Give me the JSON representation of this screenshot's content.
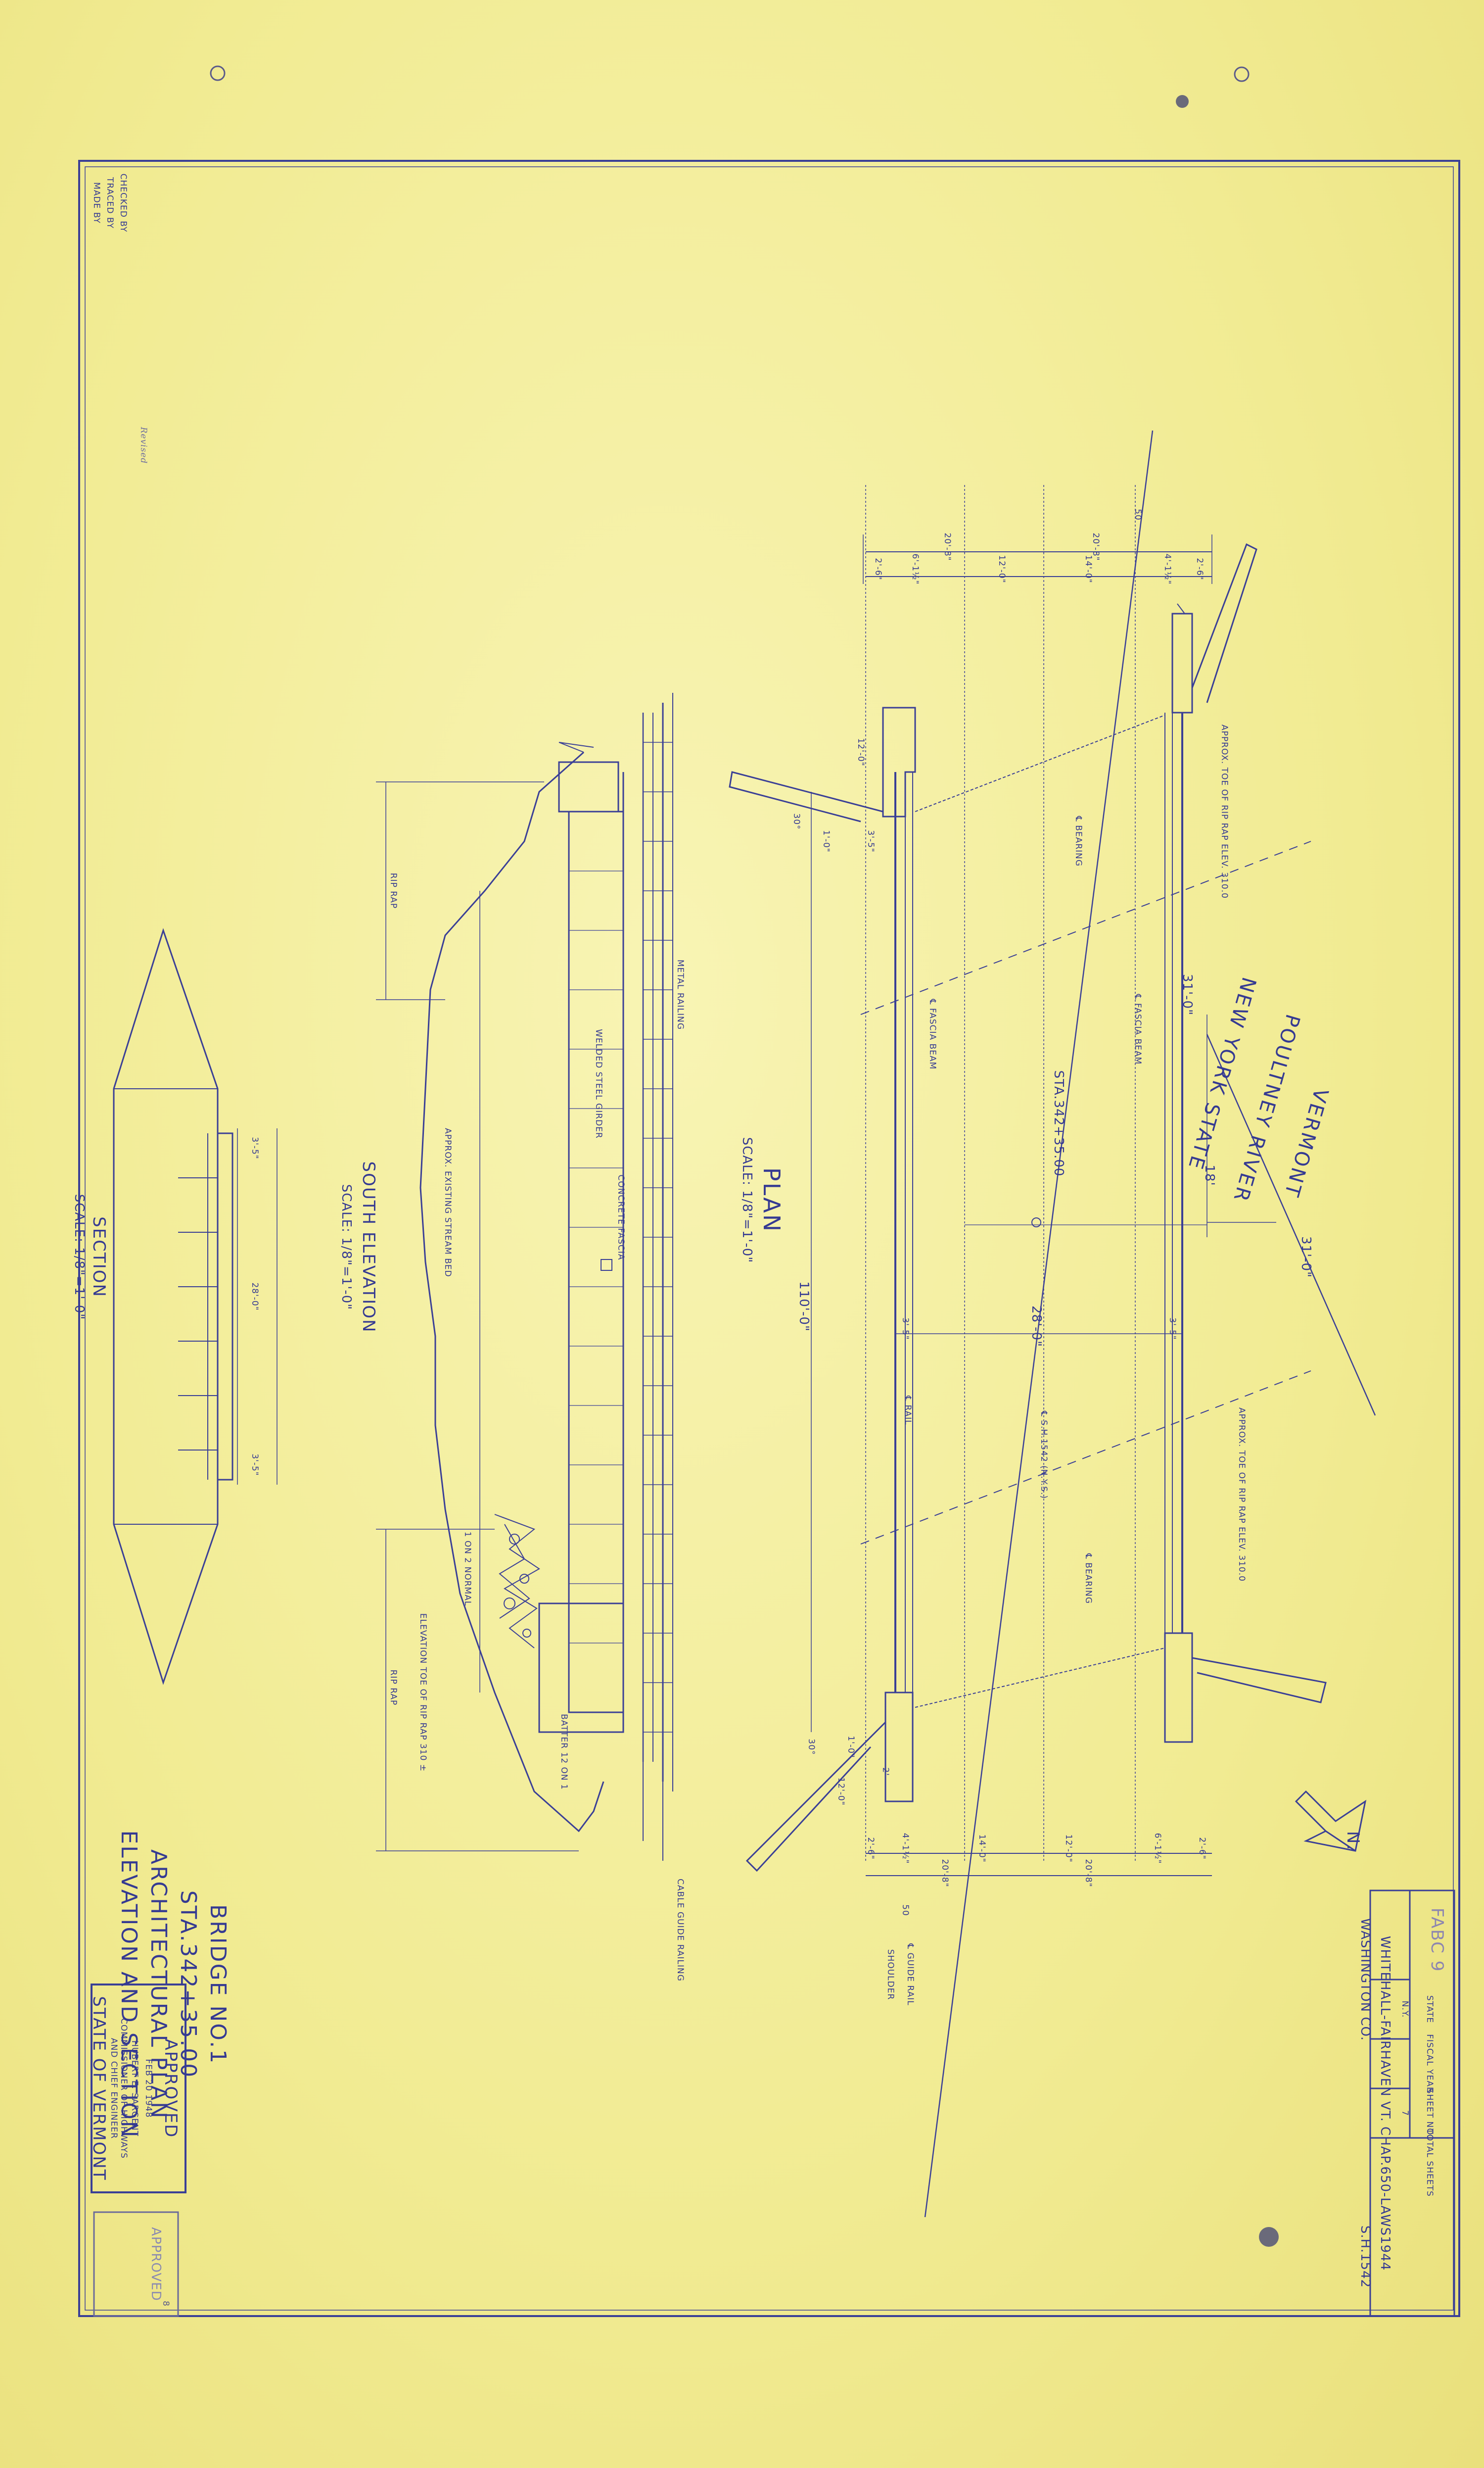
{
  "made_by": {
    "made": "MADE BY",
    "traced": "TRACED BY",
    "checked": "CHECKED BY"
  },
  "pencil_note": "Revised",
  "plan": {
    "title": "PLAN",
    "scale": "SCALE: 1/8\"=1'-0\"",
    "dims_top": [
      "20'-8\"",
      "20'-8\""
    ],
    "dims_top_detail": [
      "2'-6\"",
      "6'-1½\"",
      "12'-0\"",
      "14'-0\"",
      "4'-1½\"",
      "2'-6\""
    ],
    "dims_bottom": [
      "20'-8\"",
      "20'-8\""
    ],
    "dims_bottom_detail": [
      "2'-6\"",
      "4'-1½\"",
      "14'-0\"",
      "12'-0\"",
      "6'-1½\"",
      "2'-6\""
    ],
    "dim_50_top": "50",
    "dim_50_bottom": "50",
    "dim_12_top": "12'-0\"",
    "dim_12_bottom": "12'-0\"",
    "angle_30_top": "30°",
    "angle_30_bottom": "30°",
    "dim_1_top": "1'-0\"",
    "dim_1_bottom": "1'-0\"",
    "dim_3_5_top": "3'-5\"",
    "dim_2_bottom": "2'",
    "span": "110'-0\"",
    "roadway": "28'-0\"",
    "curb_left": "3'-5\"",
    "curb_right": "3'-5\"",
    "skew_31_top": "31'-0\"",
    "skew_31_bottom": "31'-0\"",
    "skew_18": "18'",
    "station": "STA.342+35.00",
    "bearing_top": "℄ BEARING",
    "bearing_bottom": "℄ BEARING",
    "fascia_beam_left": "℄ FASCIA BEAM",
    "fascia_beam_right": "℄ FASCIA BEAM",
    "rail": "℄ RAIL",
    "highway": "℄ S.H.1542 (N.Y.S.)",
    "riprap_top": "APPROX. TOE OF RIP RAP ELEV. 310.0",
    "riprap_bottom": "APPROX. TOE OF RIP RAP ELEV. 310.0",
    "guide_rail": "℄ GUIDE RAIL",
    "shoulder": "SHOULDER",
    "north": "N.",
    "vermont": "VERMONT",
    "poultney": "POULTNEY RIVER",
    "nys": "NEW YORK STATE"
  },
  "elevation": {
    "title": "SOUTH ELEVATION",
    "scale": "SCALE: 1/8\"=1'-0\"",
    "metal_railing": "METAL RAILING",
    "welded_girder": "WELDED STEEL GIRDER",
    "concrete_fascia": "CONCRETE FASCIA",
    "stream_bed": "APPROX. EXISTING STREAM BED",
    "rip_rap_top": "RIP RAP",
    "rip_rap_bottom": "RIP RAP",
    "normal": "1 ON 2 NORMAL",
    "toe": "ELEVATION TOE OF RIP RAP 310 ±",
    "batter": "BATTER 12 ON 1",
    "cable_rail": "CABLE GUIDE RAILING"
  },
  "section": {
    "title": "SECTION",
    "scale": "SCALE: 1/8\"=1'-0\"",
    "dim_left": "3'-5\"",
    "dim_mid": "28'-0\"",
    "dim_right": "3'-5\""
  },
  "bridge_title": {
    "line1": "BRIDGE NO.1",
    "line2": "STA.342+35.00",
    "line3": "ARCHITECTURAL PLAN",
    "line4": "ELEVATION AND SECTION"
  },
  "approval": {
    "approved": "APPROVED",
    "date": "FEB 20 1948",
    "name": "HUBERT E. SARGENT",
    "role1": "COMMISSIONER OF HIGHWAYS",
    "role2": "AND CHIEF ENGINEER",
    "state": "STATE OF VERMONT",
    "stamp2": "APPROVED",
    "stamp2_num": "8"
  },
  "title_block": {
    "headers": [
      "STATE",
      "FISCAL YEAR",
      "SHEET NO.",
      "TOTAL SHEETS"
    ],
    "values": [
      "N.Y.",
      "",
      "7",
      ""
    ],
    "line1": "WHITEHALL-FAIRHAVEN VT. CHAP.650-LAWS1944",
    "line2": "WASHINGTON CO.",
    "line3": "S.H.1542"
  },
  "corner_mark": "FABC 9"
}
